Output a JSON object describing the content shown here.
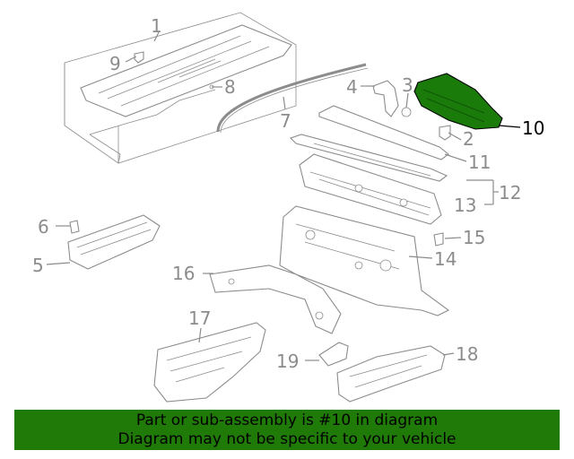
{
  "callouts": {
    "c1": "1",
    "c2": "2",
    "c3": "3",
    "c4": "4",
    "c5": "5",
    "c6": "6",
    "c7": "7",
    "c8": "8",
    "c9": "9",
    "c10": "10",
    "c11": "11",
    "c12": "12",
    "c13": "13",
    "c14": "14",
    "c15": "15",
    "c16": "16",
    "c17": "17",
    "c18": "18",
    "c19": "19"
  },
  "highlight": {
    "part": "10",
    "color": "#1a7a0a"
  },
  "banner": {
    "line1": "Part or sub-assembly is #10 in diagram",
    "line2": "Diagram may not be specific to your vehicle",
    "background": "#1f7a08"
  },
  "colors": {
    "line": "#8c8c8c",
    "highlight_text": "#000000"
  }
}
